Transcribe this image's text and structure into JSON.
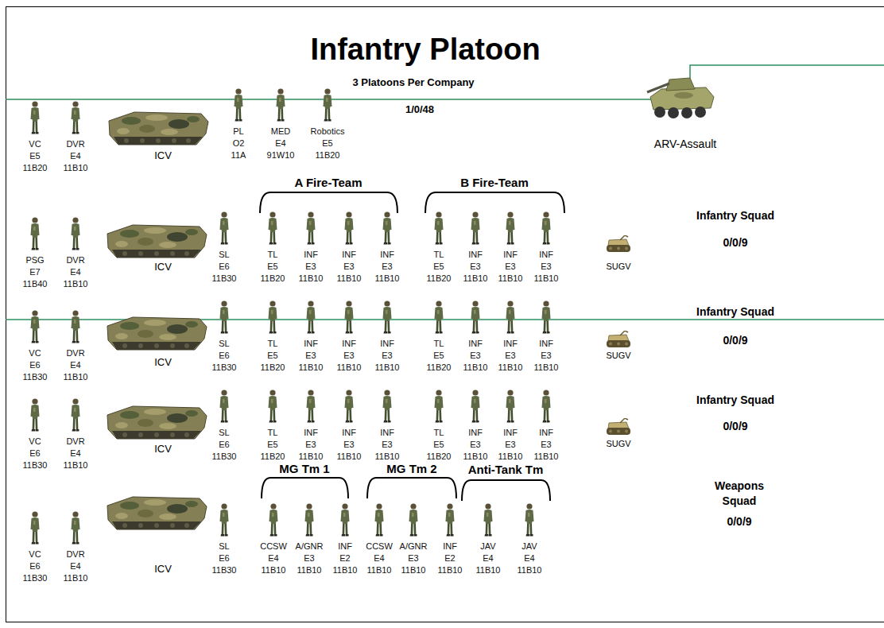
{
  "diagram": {
    "title": "Infantry Platoon",
    "labels": [
      "3 Platoons Per Company",
      "1/0/48",
      "VC",
      "E5",
      "11B20",
      "DVR",
      "E4",
      "11B10",
      "ICV",
      "PL",
      "O2",
      "11A",
      "MED",
      "E4",
      "91W10",
      "Robotics",
      "E5",
      "11B20",
      "ARV-Assault",
      "A Fire-Team",
      "B Fire-Team",
      "PSG",
      "E7",
      "11B40",
      "DVR",
      "E4",
      "11B10",
      "ICV",
      "SL",
      "E6",
      "11B30",
      "TL",
      "E5",
      "11B20",
      "INF",
      "E3",
      "11B10",
      "INF",
      "E3",
      "11B10",
      "INF",
      "E3",
      "11B10",
      "TL",
      "E5",
      "11B20",
      "INF",
      "E3",
      "11B10",
      "INF",
      "E3",
      "11B10",
      "INF",
      "E3",
      "11B10",
      "SUGV",
      "Infantry Squad",
      "0/0/9",
      "VC",
      "E6",
      "11B30",
      "DVR",
      "E4",
      "11B10",
      "ICV",
      "SL",
      "E6",
      "11B30",
      "TL",
      "E5",
      "11B20",
      "INF",
      "E3",
      "11B10",
      "INF",
      "E3",
      "11B10",
      "INF",
      "E3",
      "11B10",
      "TL",
      "E5",
      "11B20",
      "INF",
      "E3",
      "11B10",
      "INF",
      "E3",
      "11B10",
      "INF",
      "E3",
      "11B10",
      "SUGV",
      "Infantry Squad",
      "0/0/9",
      "VC",
      "E6",
      "11B30",
      "DVR",
      "E4",
      "11B10",
      "ICV",
      "SL",
      "E6",
      "11B30",
      "TL",
      "E5",
      "11B20",
      "INF",
      "E3",
      "11B10",
      "INF",
      "E3",
      "11B10",
      "INF",
      "E3",
      "11B10",
      "TL",
      "E5",
      "11B20",
      "INF",
      "E3",
      "11B10",
      "INF",
      "E3",
      "11B10",
      "INF",
      "E3",
      "11B10",
      "SUGV",
      "Infantry Squad",
      "0/0/9",
      "MG Tm 1",
      "MG Tm 2",
      "Anti-Tank Tm",
      "VC",
      "E6",
      "11B30",
      "DVR",
      "E4",
      "11B10",
      "ICV",
      "SL",
      "E6",
      "11B30",
      "CCSW",
      "E4",
      "11B10",
      "A/GNR",
      "E3",
      "11B10",
      "INF",
      "E2",
      "11B10",
      "CCSW",
      "E4",
      "11B10",
      "A/GNR",
      "E3",
      "11B10",
      "INF",
      "E2",
      "11B10",
      "JAV",
      "E4",
      "11B10",
      "JAV",
      "E4",
      "11B10",
      "Weapons Squad",
      "0/0/9"
    ]
  }
}
